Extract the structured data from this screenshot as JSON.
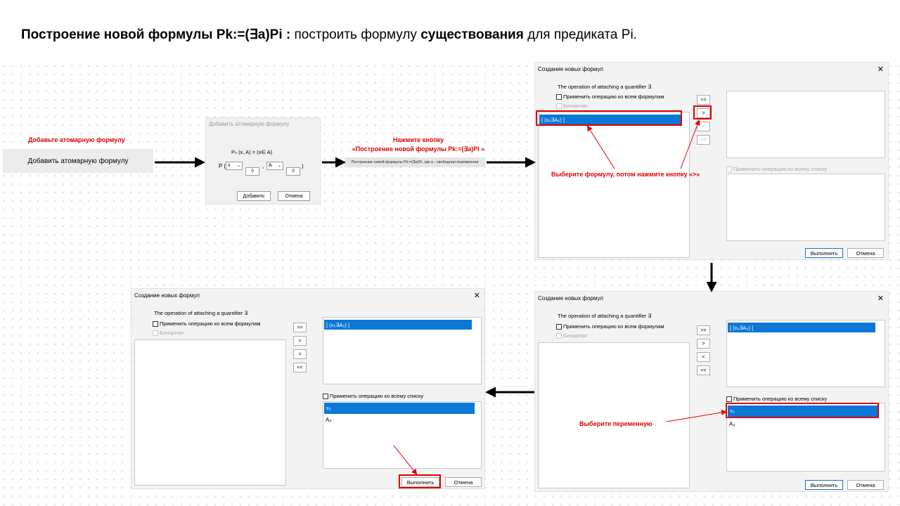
{
  "title": {
    "bold1": "Построение новой формулы Pk:=(∃a)Pi :",
    "normal1": " построить формулу ",
    "bold2": "существования",
    "normal2": " для предиката Pi."
  },
  "step1": {
    "red_label": "Добавьте атомарную формулу",
    "button_label": "Добавить атомарную формулу"
  },
  "atomic_dialog": {
    "title": "Добавить атомарную формулу",
    "formula": "Pₙ (x, A) = (x∈ A)",
    "p_label": "P (",
    "x_value": "x",
    "comma": ",",
    "a_value": "A",
    "close_paren": ")",
    "num1": "0",
    "num2": "0",
    "add_button": "Добавить",
    "cancel_button": "Отмена"
  },
  "step2": {
    "red_label_line1": "Нажмите кнопку",
    "red_label_line2": "«Построение новой формулы Pk:=(∃a)Pi »",
    "strip_text": "Построение новой формулы Pk:=(∃a)Pi, где a - свободная переменная"
  },
  "dialog": {
    "title": "Создание новых формул",
    "close": "✕",
    "quantifier_text": "The operation of attaching a quantifier ∃",
    "apply_all_formulas": "Применить операцию ко всем формулам",
    "binary": "Бинарная",
    "apply_all_list": "Применить операцию ко всему списку",
    "btn_all_right": ">>",
    "btn_right": ">",
    "btn_left": "<",
    "btn_all_left": "<<",
    "execute": "Выполнить",
    "cancel": "Отмена",
    "formula_item": "[ (x₀∃A₀) ]",
    "var_x": "x₀",
    "var_a": "A₀"
  },
  "annotations": {
    "select_formula": "Выберите формулу, потом нажмите кнопку «>»",
    "select_variable": "Выберите переменную"
  },
  "colors": {
    "accent_red": "#e00000",
    "selection_blue": "#0b78d7"
  }
}
